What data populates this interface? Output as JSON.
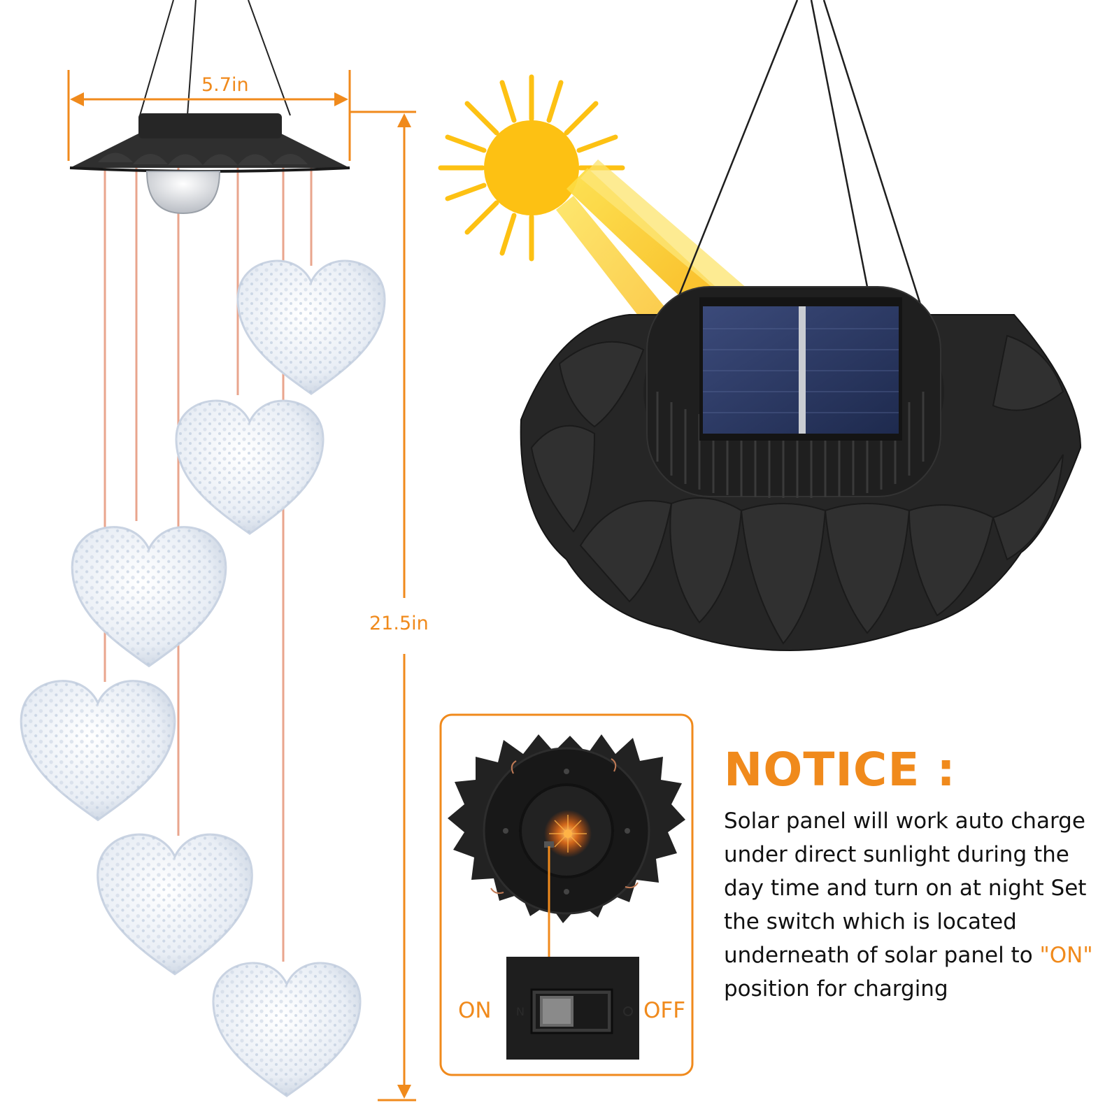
{
  "dimensions": {
    "width_label": "5.7in",
    "height_label": "21.5in"
  },
  "switch": {
    "on_label": "ON",
    "off_label": "OFF"
  },
  "notice": {
    "title": "NOTICE :",
    "text_before": "Solar panel will work auto charge under direct sunlight during the day time and turn on at night Set the switch which is located underneath of solar panel to ",
    "highlight": "\"ON\"",
    "text_after": " position for charging"
  },
  "colors": {
    "accent": "#f08a1c",
    "sun": "#fdc113",
    "panel_body": "#2b2b2b"
  },
  "hearts_count": 6
}
